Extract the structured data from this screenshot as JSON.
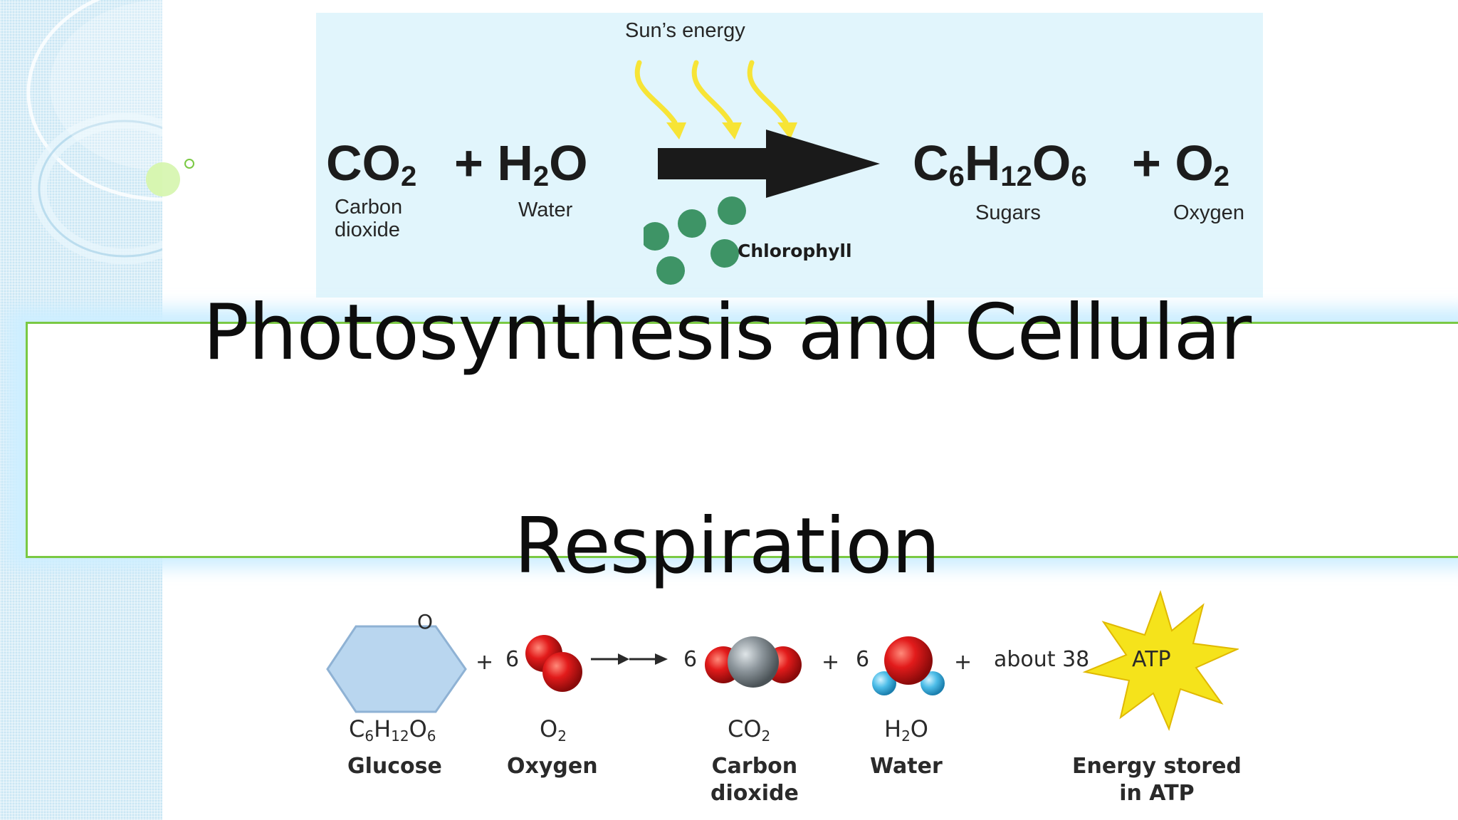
{
  "photosynthesis": {
    "sun_label": "Sun’s energy",
    "reactant1": {
      "base": "CO",
      "sub": "2",
      "label_line1": "Carbon",
      "label_line2": "dioxide"
    },
    "reactant2": {
      "plus": "+",
      "base": "H",
      "sub": "2",
      "tail": "O",
      "label": "Water"
    },
    "product1": {
      "c": "C",
      "c_sub": "6",
      "h": "H",
      "h_sub": "12",
      "o": "O",
      "o_sub": "6",
      "label": "Sugars"
    },
    "product2": {
      "plus": "+",
      "base": "O",
      "sub": "2",
      "label": "Oxygen"
    },
    "chlorophyll_label": "Chlorophyll"
  },
  "title": {
    "line1": "Photosynthesis and Cellular",
    "line2": "Respiration"
  },
  "respiration": {
    "glucose": {
      "ring_atom": "O",
      "formula": {
        "c": "C",
        "c_sub": "6",
        "h": "H",
        "h_sub": "12",
        "o": "O",
        "o_sub": "6"
      },
      "label": "Glucose"
    },
    "plus1": "+",
    "coef_oxygen": "6",
    "oxygen": {
      "base": "O",
      "sub": "2",
      "label": "Oxygen"
    },
    "coef_co2": "6",
    "co2": {
      "base": "CO",
      "sub": "2",
      "label_line1": "Carbon",
      "label_line2": "dioxide"
    },
    "plus2": "+",
    "coef_water": "6",
    "water": {
      "h": "H",
      "sub": "2",
      "o": "O",
      "label": "Water"
    },
    "plus3": "+",
    "about": "about 38",
    "atp": {
      "label": "ATP",
      "caption_line1": "Energy stored",
      "caption_line2": "in ATP"
    }
  },
  "colors": {
    "panel_bg": "#e1f5fc",
    "title_border": "#7ac943",
    "chlorophyll": "#3e9466",
    "sun_arrow": "#f7e436",
    "molecule_red": "#e21b1b",
    "carbon_gray": "#8d969c",
    "hydrogen_blue": "#4dbde8",
    "glucose_fill": "#b9d6ef",
    "atp_star": "#f5e31b"
  }
}
